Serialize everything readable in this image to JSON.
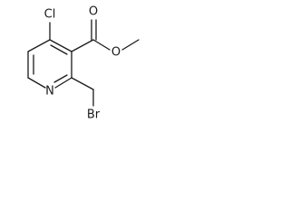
{
  "molecule": {
    "atoms": {
      "chlorine": "Cl",
      "carbonyl_oxygen": "O",
      "ester_oxygen": "O",
      "nitrogen": "N",
      "bromine": "Br"
    }
  }
}
